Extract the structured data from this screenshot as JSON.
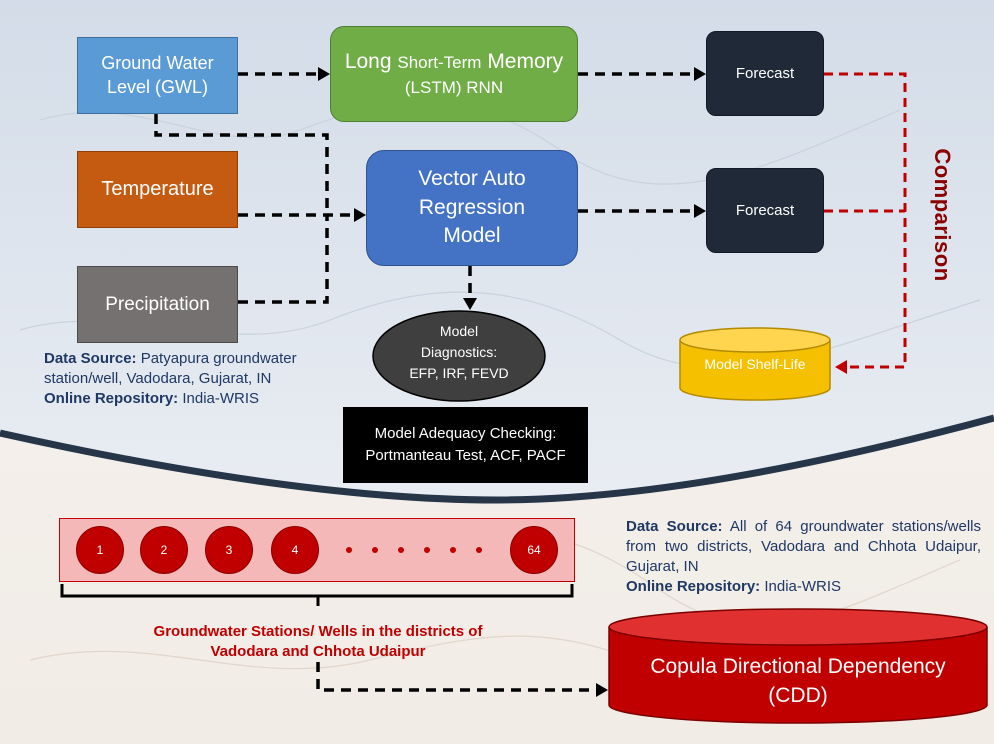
{
  "inputs": {
    "gwl": "Ground Water Level (GWL)",
    "temperature": "Temperature",
    "precipitation": "Precipitation"
  },
  "models": {
    "lstm_line1_a": "Long",
    "lstm_line1_b": "Short-Term",
    "lstm_line1_c": "Memory",
    "lstm_line2": "(LSTM) RNN",
    "var_model": "Vector Auto Regression Model"
  },
  "forecast": {
    "top": "Forecast",
    "bottom": "Forecast"
  },
  "comparison": "Comparison",
  "shelf_life": "Model Shelf-Life",
  "diagnostics": {
    "line1": "Model",
    "line2": "Diagnostics:",
    "line3": "EFP, IRF, FEVD"
  },
  "adequacy": {
    "line1": "Model Adequacy Checking:",
    "line2": "Portmanteau Test, ACF, PACF"
  },
  "source_top": {
    "label1": "Data Source:",
    "text1": "Patyapura groundwater station/well, Vadodara, Gujarat, IN",
    "label2": "Online Repository:",
    "text2": "India-WRIS"
  },
  "source_bottom": {
    "label1": "Data Source:",
    "text1": "All of 64 groundwater stations/wells from two districts, Vadodara and Chhota Udaipur, Gujarat, IN",
    "label2": "Online Repository:",
    "text2": "India-WRIS"
  },
  "stations": [
    "1",
    "2",
    "3",
    "4",
    "64"
  ],
  "stations_caption": {
    "line1": "Groundwater Stations/ Wells in the districts of",
    "line2": "Vadodara and Chhota Udaipur"
  },
  "cdd": {
    "line1": "Copula Directional Dependency",
    "line2": "(CDD)"
  },
  "colors": {
    "accent_red": "#c00000",
    "dashed_red": "#c00000",
    "arrow_black": "#000000",
    "top_panel": "#dde4ee",
    "curve": "#263548"
  }
}
